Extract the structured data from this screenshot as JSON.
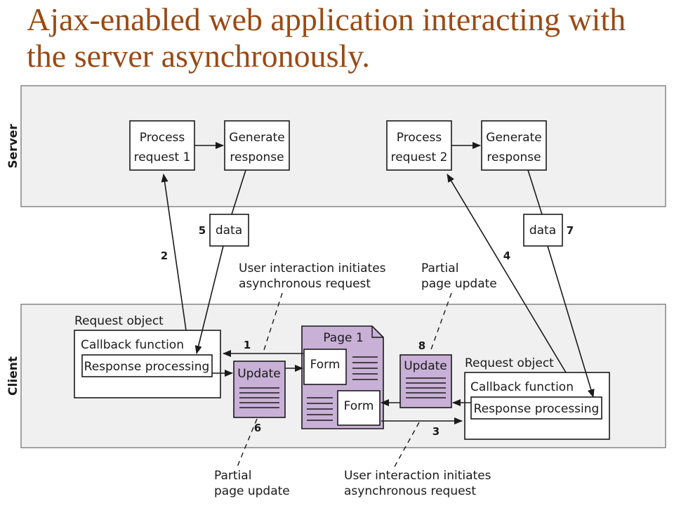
{
  "title": "Ajax-enabled web application interacting with the server asynchronously.",
  "regions": {
    "server": "Server",
    "client": "Client"
  },
  "boxes": {
    "process1": [
      "Process",
      "request 1"
    ],
    "generate1": [
      "Generate",
      "response"
    ],
    "process2": [
      "Process",
      "request 2"
    ],
    "generate2": [
      "Generate",
      "response"
    ],
    "data_left": "data",
    "data_right": "data",
    "request_object_left": "Request object",
    "callback_left": "Callback function",
    "response_left": "Response processing",
    "request_object_right": "Request object",
    "callback_right": "Callback function",
    "response_right": "Response processing",
    "update_left": "Update",
    "update_right": "Update",
    "page": "Page 1",
    "form_top": "Form",
    "form_bottom": "Form"
  },
  "annotations": {
    "user_interaction_top": [
      "User interaction initiates",
      "asynchronous request"
    ],
    "partial_update_top": [
      "Partial",
      "page update"
    ],
    "partial_update_bottom": [
      "Partial",
      "page update"
    ],
    "user_interaction_bottom": [
      "User interaction initiates",
      "asynchronous request"
    ]
  },
  "steps": [
    "1",
    "2",
    "3",
    "4",
    "5",
    "6",
    "7",
    "8"
  ],
  "colors": {
    "title": "#9a4a14",
    "page_fill": "#c9b0d6",
    "region_fill": "#f0f0f0"
  }
}
